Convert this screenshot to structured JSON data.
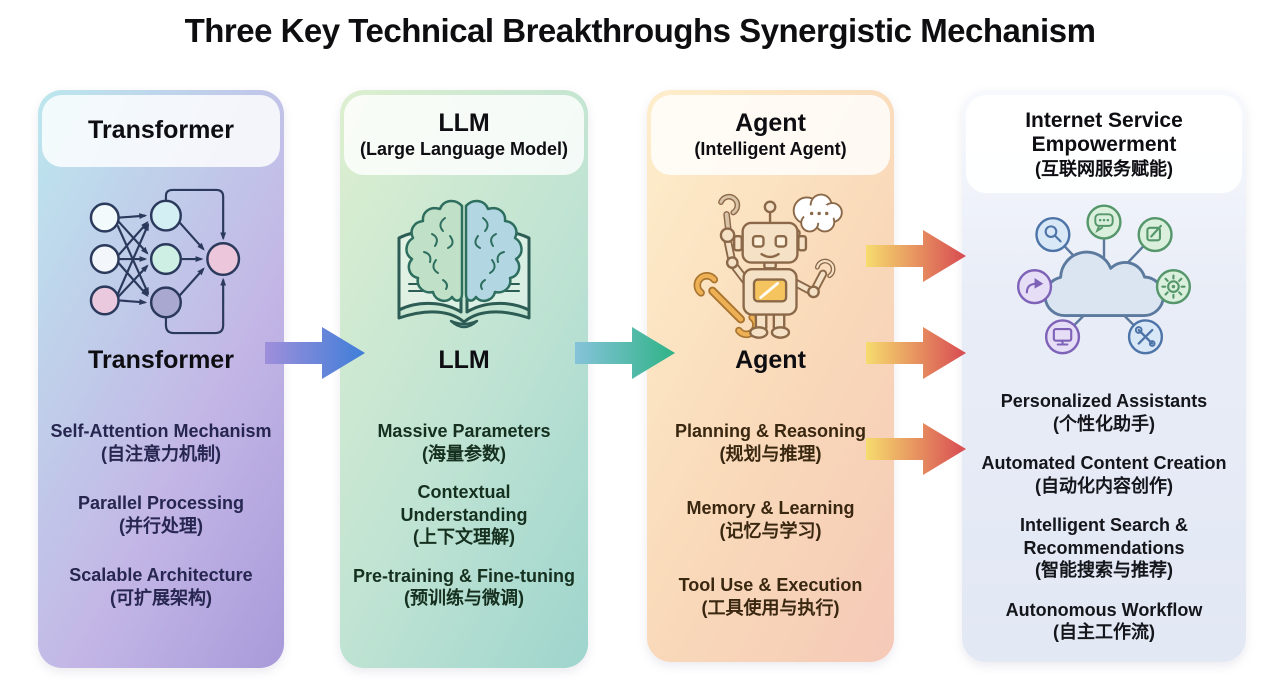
{
  "title": "Three Key Technical Breakthroughs Synergistic Mechanism",
  "columns": [
    {
      "id": "transformer",
      "header": {
        "title": "Transformer"
      },
      "icon": "neural-network-icon",
      "label": "Transformer",
      "items": [
        {
          "en": "Self-Attention Mechanism",
          "zh": "(自注意力机制)"
        },
        {
          "en": "Parallel Processing",
          "zh": "(并行处理)"
        },
        {
          "en": "Scalable Architecture",
          "zh": "(可扩展架构)"
        }
      ]
    },
    {
      "id": "llm",
      "header": {
        "title": "LLM",
        "subtitle": "(Large Language Model)"
      },
      "icon": "brain-book-icon",
      "label": "LLM",
      "items": [
        {
          "en": "Massive Parameters",
          "zh": "(海量参数)"
        },
        {
          "en": "Contextual Understanding",
          "zh": "(上下文理解)"
        },
        {
          "en": "Pre-training & Fine-tuning",
          "zh": "(预训练与微调)"
        }
      ]
    },
    {
      "id": "agent",
      "header": {
        "title": "Agent",
        "subtitle": "(Intelligent Agent)"
      },
      "icon": "robot-icon",
      "label": "Agent",
      "items": [
        {
          "en": "Planning & Reasoning",
          "zh": "(规划与推理)"
        },
        {
          "en": "Memory & Learning",
          "zh": "(记忆与学习)"
        },
        {
          "en": "Tool Use & Execution",
          "zh": "(工具使用与执行)"
        }
      ]
    },
    {
      "id": "internet-service",
      "header": {
        "title": "Internet Service Empowerment",
        "subtitle": "(互联网服务赋能)"
      },
      "icon": "cloud-services-icon",
      "items": [
        {
          "en": "Personalized Assistants",
          "zh": "(个性化助手)"
        },
        {
          "en": "Automated Content Creation",
          "zh": "(自动化内容创作)"
        },
        {
          "en": "Intelligent Search & Recommendations",
          "zh": "(智能搜索与推荐)"
        },
        {
          "en": "Autonomous Workflow",
          "zh": "(自主工作流)"
        }
      ]
    }
  ],
  "arrows": [
    {
      "id": "transformer-to-llm",
      "icon": "arrow-right-icon",
      "colors": [
        "#9f8fdb",
        "#3e7ed8"
      ]
    },
    {
      "id": "llm-to-agent",
      "icon": "arrow-right-icon",
      "colors": [
        "#86c3da",
        "#2fb386"
      ]
    },
    {
      "id": "agent-to-services",
      "icon": "arrow-right-icon",
      "colors": [
        "#f6dc6e",
        "#d84a52"
      ],
      "count": 3
    }
  ],
  "palette": {
    "transformer_card": [
      "#bce7ee",
      "#a89ad9"
    ],
    "llm_card": [
      "#ddefd0",
      "#9ed5cd"
    ],
    "agent_card": [
      "#feeecb",
      "#f5c9b8"
    ],
    "internet_card": [
      "#f7f9fd",
      "#e2e8f4"
    ],
    "transformer_text": "#262650",
    "llm_text": "#16301f",
    "agent_text": "#3a2710",
    "internet_text": "#14161b"
  }
}
